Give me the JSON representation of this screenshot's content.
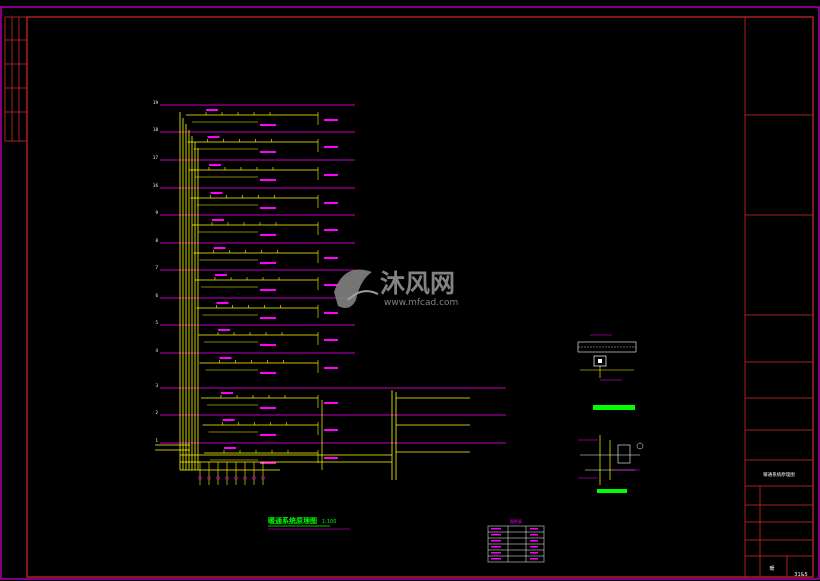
{
  "colors": {
    "background": "#000000",
    "frame": "#d42a2a",
    "magenta": "#ff00ff",
    "yellow": "#ffff00",
    "white": "#ffffff",
    "green": "#00ff00",
    "cyan": "#00ffff"
  },
  "floor_labels": [
    "19",
    "18",
    "17",
    "16",
    "9",
    "8",
    "7",
    "6",
    "5",
    "4",
    "3",
    "2",
    "1"
  ],
  "drawing_title": "暖通系统原理图",
  "drawing_scale": "1:100",
  "detail_title": "",
  "watermark": {
    "brand_cn": "沐风网",
    "url": "www.mfcad.com"
  },
  "title_block": {
    "project_label": "暖通系统原理图",
    "sheet_label": "暖",
    "sheet_number": "31&5"
  },
  "legend_table": {
    "title": "图例表",
    "rows": 6
  }
}
